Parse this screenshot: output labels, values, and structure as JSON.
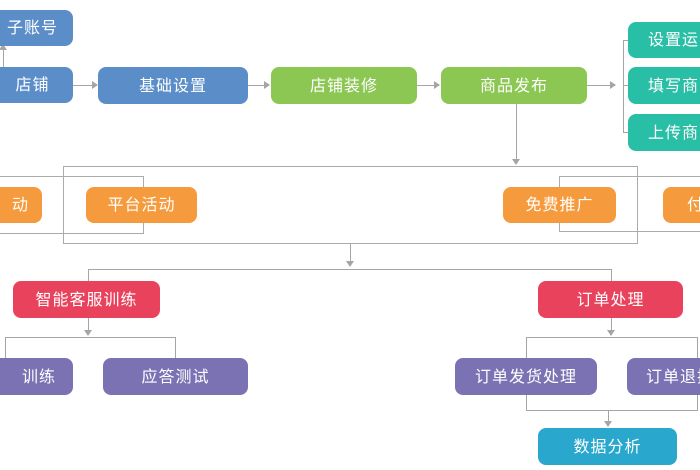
{
  "diagram": {
    "type": "flowchart",
    "language": "zh-CN",
    "nodes": {
      "sub_account": {
        "label": "子账号"
      },
      "store": {
        "label": "店铺"
      },
      "basic_setup": {
        "label": "基础设置"
      },
      "store_decoration": {
        "label": "店铺装修"
      },
      "product_publish": {
        "label": "商品发布"
      },
      "set_shipping": {
        "label": "设置运"
      },
      "fill_product": {
        "label": "填写商"
      },
      "upload_product": {
        "label": "上传商"
      },
      "activity": {
        "label": "动"
      },
      "platform_activity": {
        "label": "平台活动"
      },
      "free_promotion": {
        "label": "免费推广"
      },
      "paid_promotion": {
        "label": "付"
      },
      "ai_service_training": {
        "label": "智能客服训练"
      },
      "training": {
        "label": "训练"
      },
      "answer_test": {
        "label": "应答测试"
      },
      "order_processing": {
        "label": "订单处理"
      },
      "order_shipping": {
        "label": "订单发货处理"
      },
      "order_return": {
        "label": "订单退换"
      },
      "data_analysis": {
        "label": "数据分析"
      }
    },
    "edges": [
      "store -> sub_account",
      "store -> basic_setup",
      "basic_setup -> store_decoration",
      "store_decoration -> product_publish",
      "product_publish -> [set_shipping, fill_product, upload_product]",
      "product_publish -> promotion_group",
      "promotion_group -> [ai_service_training, order_processing]",
      "ai_service_training -> [training, answer_test]",
      "order_processing -> [order_shipping, order_return]",
      "[order_shipping, order_return] -> data_analysis"
    ]
  },
  "palette": {
    "blue": "#5b8ec9",
    "green": "#8cc653",
    "teal": "#29bfa6",
    "orange": "#f69b3d",
    "red": "#e8425c",
    "purple": "#7b72b4",
    "cyan": "#2aa7cc",
    "line_gray": "#a5a5a5",
    "frame_border": "#ababab"
  }
}
